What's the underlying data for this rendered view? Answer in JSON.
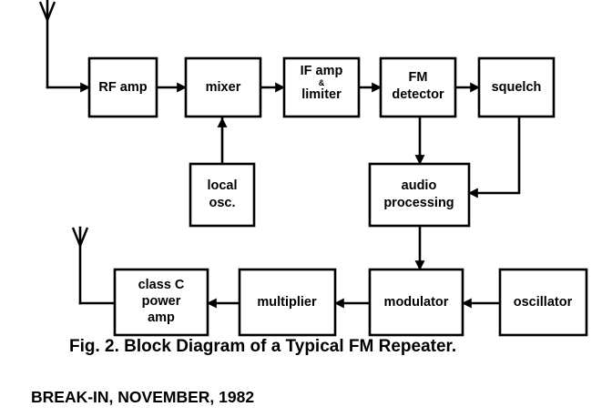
{
  "diagram": {
    "blocks": {
      "rf_amp": [
        "RF amp"
      ],
      "mixer": [
        "mixer"
      ],
      "if_amp": [
        "IF amp",
        "&",
        "limiter"
      ],
      "fm_detector": [
        "FM",
        "detector"
      ],
      "squelch": [
        "squelch"
      ],
      "local_osc": [
        "local",
        "osc."
      ],
      "audio_processing": [
        "audio",
        "processing"
      ],
      "oscillator": [
        "oscillator"
      ],
      "modulator": [
        "modulator"
      ],
      "multiplier": [
        "multiplier"
      ],
      "class_c_power_amp": [
        "class C",
        "power",
        "amp"
      ]
    }
  },
  "caption": "Fig. 2. Block Diagram of a Typical FM Repeater.",
  "credit": "BREAK-IN, NOVEMBER, 1982",
  "colors": {
    "ink": "#000000",
    "paper": "#ffffff"
  }
}
